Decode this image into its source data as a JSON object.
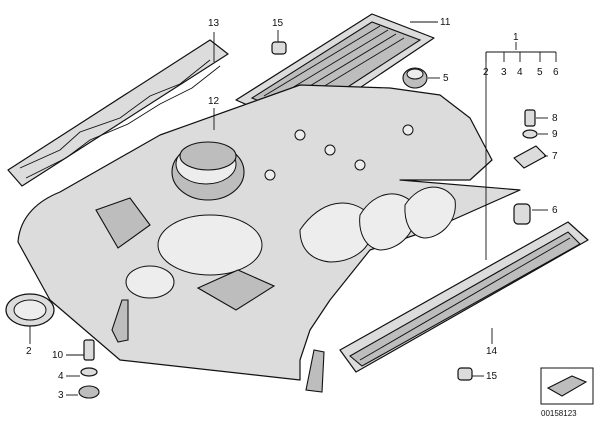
{
  "diagram": {
    "callouts": {
      "c1": "1",
      "c2": "2",
      "c3": "3",
      "c4a": "4",
      "c4b": "4",
      "c5a": "5",
      "c5b": "5",
      "c6a": "6",
      "c6b": "6",
      "c7": "7",
      "c8": "8",
      "c9": "9",
      "c10": "10",
      "c11": "11",
      "c12": "12",
      "c13": "13",
      "c14": "14",
      "c15a": "15",
      "c15b": "15",
      "c2b": "2",
      "c3b": "3"
    },
    "reference_number": "00158123"
  },
  "colors": {
    "line": "#111111",
    "fill": "#dcdcdc",
    "shade": "#bdbdbd"
  }
}
